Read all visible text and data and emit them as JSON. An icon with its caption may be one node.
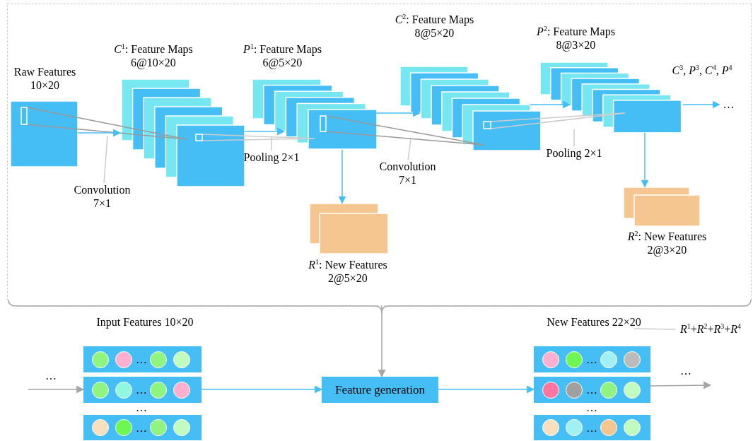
{
  "diagram": {
    "nodes": [
      {
        "text": [],
        "shape": "box"
      },
      {
        "text": [
          "Raw Features 10×20"
        ],
        "in": 0
      },
      {
        "text": [
          "*C*$^{1}$: Feature Maps 6@10×20"
        ],
        "in": 0
      },
      {
        "text": [
          "*P*$^{1}$: Feature Maps 6@5×20"
        ],
        "in": 0
      },
      {
        "text": [
          "*R*$^{1}$: New Features 2@5×20"
        ],
        "in": 0
      },
      {
        "text": [
          "*C*$^{2}$: Feature Maps 8@5×20"
        ],
        "in": 0
      },
      {
        "text": [
          "*P*$^{2}$: Feature Maps 8@3×20"
        ],
        "in": 0
      },
      {
        "text": [
          "…"
        ],
        "in": 0
      },
      {
        "text": [
          "*R*$^{2}$: New Features 2@3×20"
        ],
        "in": 0
      },
      {
        "text": [
          "…"
        ]
      },
      {
        "text": [
          "…"
        ]
      },
      {
        "text": [
          "…"
        ]
      },
      {
        "text": [
          "Feature generation"
        ]
      },
      {
        "text": [
          "…"
        ]
      },
      {
        "text": [
          "…"
        ]
      },
      {
        "text": [
          "…"
        ]
      },
      {
        "text": [
          "Convolution 7×1"
        ],
        "in": 0
      },
      {
        "text": [
          "Pooling 2×1"
        ],
        "in": 0
      },
      {
        "text": [
          "Convolution 7×1"
        ],
        "in": 0
      },
      {
        "text": [
          "Pooling 2×1"
        ],
        "in": 0
      },
      {
        "text": [
          "*R*$^{1}$+*R*$^{2}$+*R*$^{3}$+*R*$^{4}$"
        ]
      },
      {
        "text": [
          "New Features 22×20"
        ]
      }
    ],
    "edges": [
      {
        "from": 0,
        "to": 12,
        "arrow": "to",
        "color": "#a6a6a6"
      },
      {
        "from": 1,
        "to": 2,
        "arrow": "to"
      },
      {
        "from": 2,
        "to": 3,
        "arrow": "to"
      },
      {
        "from": 3,
        "to": 5,
        "arrow": "to"
      },
      {
        "from": 5,
        "to": 6,
        "arrow": "to"
      },
      {
        "from": 6,
        "to": 7,
        "arrow": "to"
      },
      {
        "from": 3,
        "to": 4,
        "arrow": "to"
      },
      {
        "from": 6,
        "to": 8,
        "arrow": "to"
      },
      {
        "from": null,
        "to": 10,
        "arrow": "to",
        "color": "#a6a6a6"
      },
      {
        "from": 10,
        "to": 12,
        "arrow": "to"
      },
      {
        "from": 12,
        "to": 14,
        "arrow": "to"
      },
      {
        "from": 14,
        "to": null,
        "arrow": "to",
        "color": "#a6a6a6"
      },
      {
        "from": 16,
        "to": 2,
        "arrow": "none",
        "color": "#cccccc"
      },
      {
        "from": 17,
        "to": 3,
        "arrow": "none",
        "color": "#cccccc"
      },
      {
        "from": 18,
        "to": 5,
        "arrow": "none",
        "color": "#cccccc"
      },
      {
        "from": 19,
        "to": 6,
        "arrow": "none",
        "color": "#cccccc"
      },
      {
        "from": 20,
        "to": 21,
        "arrow": "none",
        "color": "#cccccc"
      }
    ],
    "labels": [
      "*C*$^{3}$, *P*$^{3}$, *C*$^{4}$, *P*$^{4}$",
      "Input Features 10×20",
      "…",
      "…",
      "…",
      "…"
    ]
  }
}
